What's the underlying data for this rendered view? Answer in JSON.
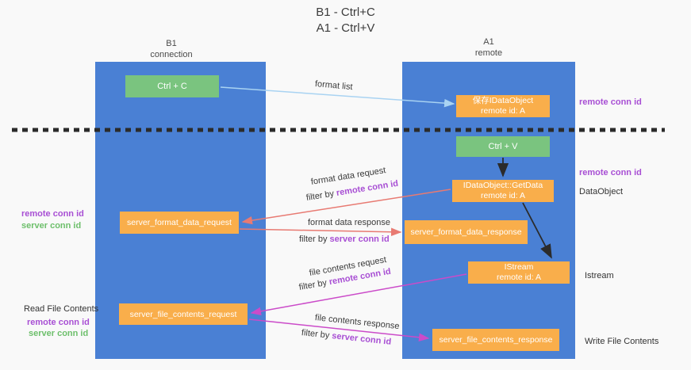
{
  "title": {
    "line1": "B1 - Ctrl+C",
    "line2": "A1 - Ctrl+V"
  },
  "lanes": {
    "left": {
      "name": "B1",
      "role": "connection"
    },
    "right": {
      "name": "A1",
      "role": "remote"
    }
  },
  "boxes": {
    "ctrl_c": {
      "label": "Ctrl + C"
    },
    "save_idataobject": {
      "line1": "保存IDataObject",
      "line2": "remote id: A"
    },
    "ctrl_v": {
      "label": "Ctrl + V"
    },
    "getdata": {
      "line1": "IDataObject::GetData",
      "line2": "remote id: A"
    },
    "format_request": {
      "label": "server_format_data_request"
    },
    "format_response": {
      "label": "server_format_data_response"
    },
    "istream": {
      "line1": "IStream",
      "line2": "remote id: A"
    },
    "file_request": {
      "label": "server_file_contents_request"
    },
    "file_response": {
      "label": "server_file_contents_response"
    }
  },
  "arrows": {
    "format_list": {
      "label": "format list"
    },
    "format_data_request": {
      "label": "format data request",
      "filter_prefix": "filter by ",
      "filter_keyword": "remote conn id"
    },
    "format_data_response": {
      "label": "format data response",
      "filter_prefix": "filter by ",
      "filter_keyword": "server conn id"
    },
    "file_contents_request": {
      "label": "file contents request",
      "filter_prefix": "filter by ",
      "filter_keyword": "remote conn id"
    },
    "file_contents_response": {
      "label": "file contents response",
      "filter_prefix": "filter by ",
      "filter_keyword": "server conn id"
    }
  },
  "side_labels": {
    "right_remote_conn_id_top": "remote conn id",
    "right_remote_conn_id_mid": "remote conn id",
    "right_dataobject": "DataObject",
    "right_istream": "Istream",
    "right_write_file_contents": "Write File Contents",
    "left_remote_conn_id_top": "remote conn id",
    "left_server_conn_id_top": "server conn id",
    "left_read_file_contents": "Read File Contents",
    "left_remote_conn_id_bottom": "remote conn id",
    "left_server_conn_id_bottom": "server conn id"
  },
  "colors": {
    "lane_blue": "#4a80d4",
    "box_green": "#7ac47f",
    "box_orange": "#f9ae4b",
    "arrow_light_blue": "#a9d3f2",
    "arrow_red": "#e87a72",
    "arrow_magenta": "#cb4bc9",
    "arrow_black": "#2b2b2b",
    "text_purple": "#a84fd4",
    "text_green": "#6dbf6b",
    "separator": "#2b2b2b",
    "background": "#f9f9f9"
  }
}
